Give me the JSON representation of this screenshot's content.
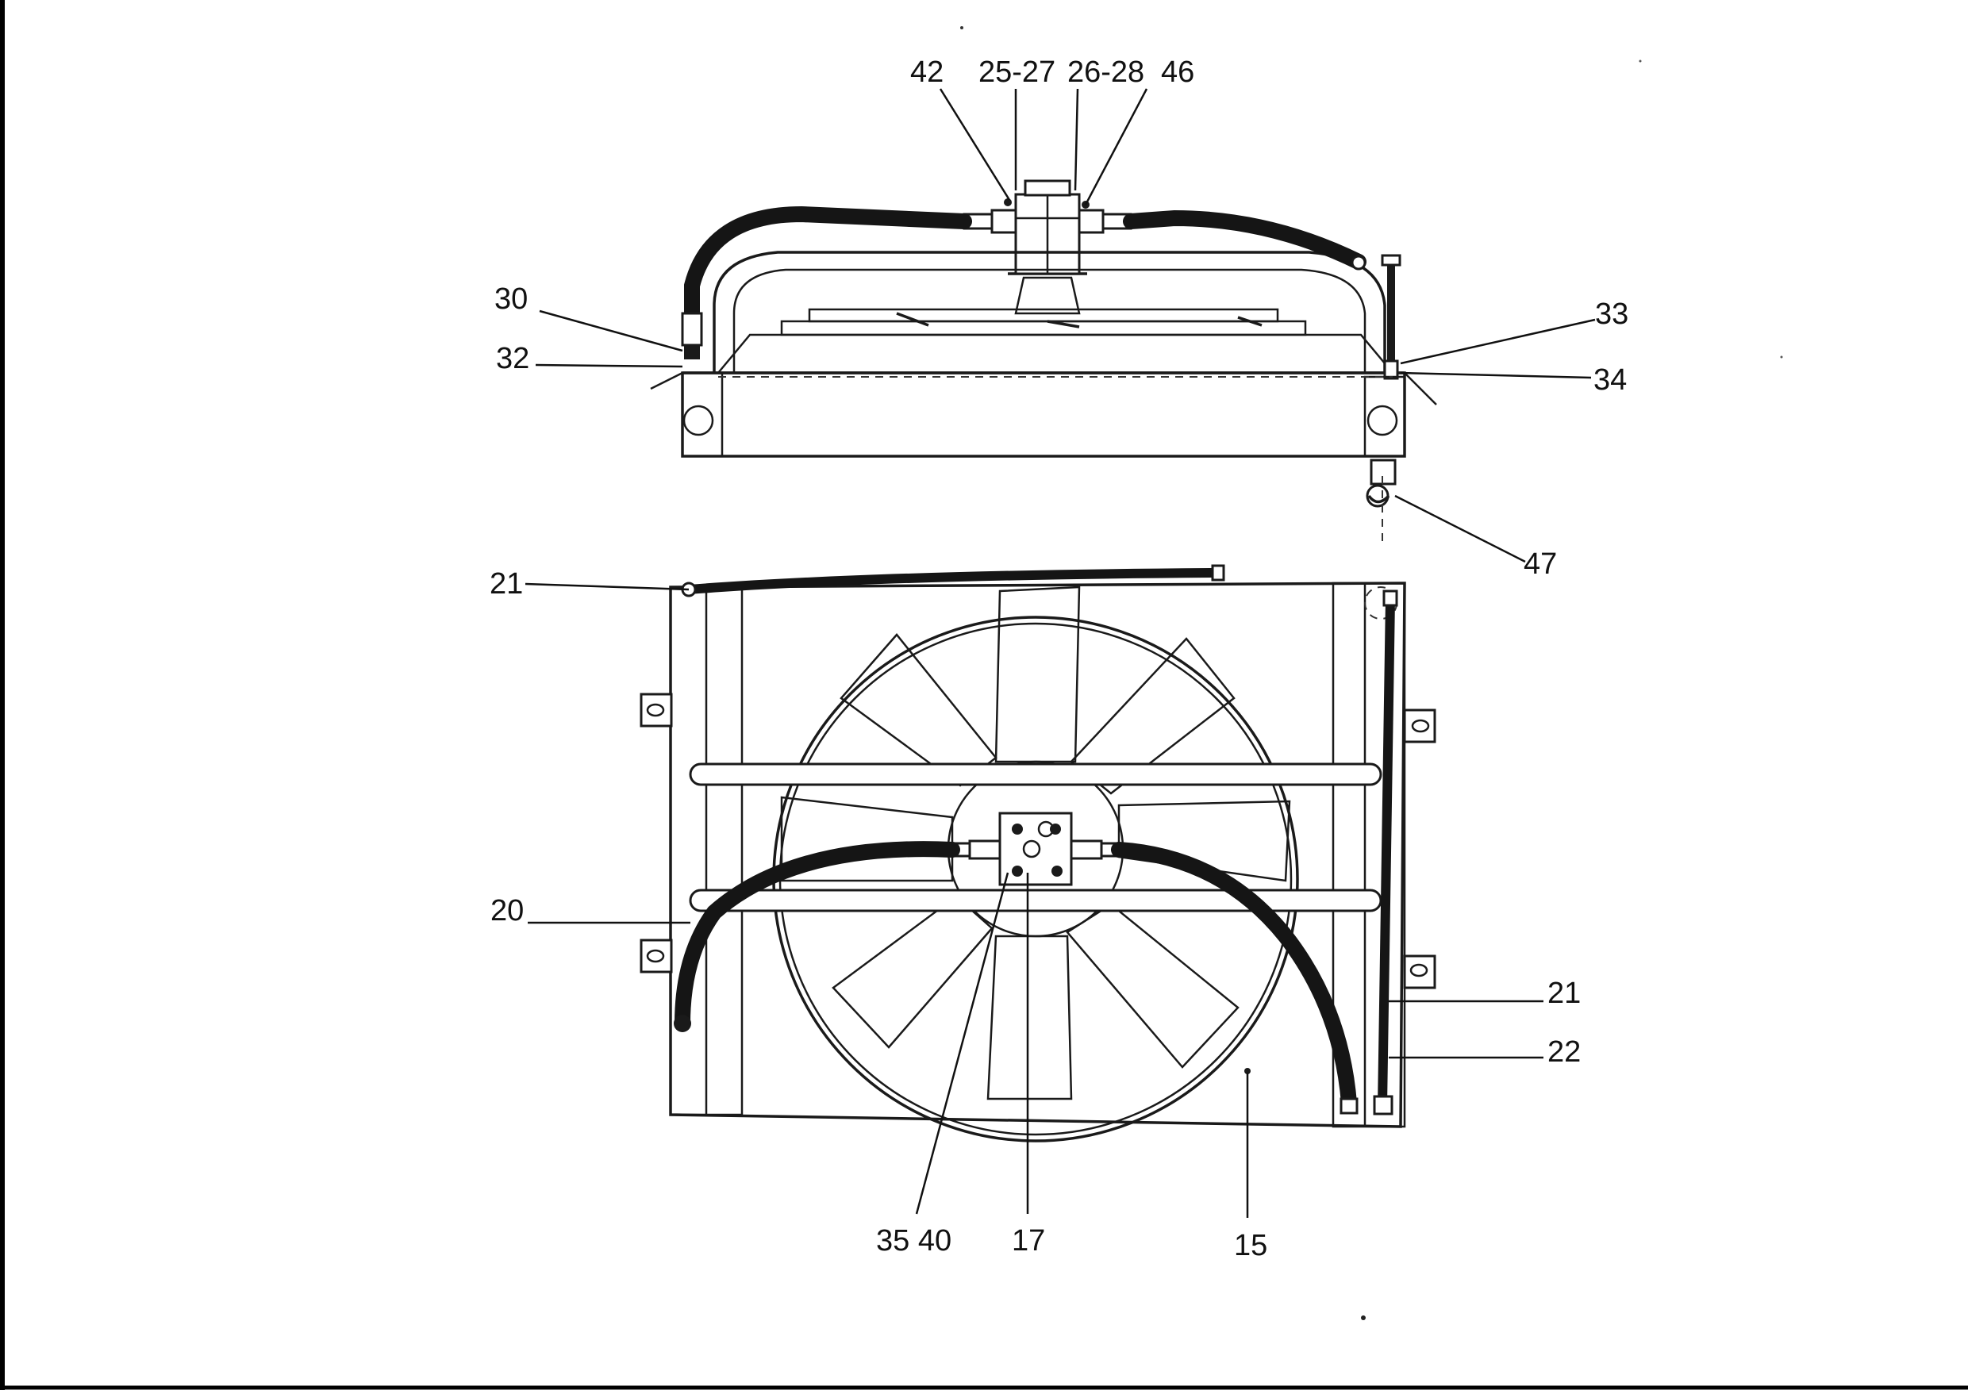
{
  "figure": {
    "labels": {
      "l42": "42",
      "l25_27": "25-27",
      "l26_28": "26-28",
      "l46": "46",
      "l30": "30",
      "l32": "32",
      "l33": "33",
      "l34": "34",
      "l47": "47",
      "l21_top": "21",
      "l20": "20",
      "l21_right": "21",
      "l22": "22",
      "l35_40": "35 40",
      "l17": "17",
      "l15": "15"
    }
  },
  "colors": {
    "ink": "#1a1a1a",
    "paper": "#ffffff"
  }
}
